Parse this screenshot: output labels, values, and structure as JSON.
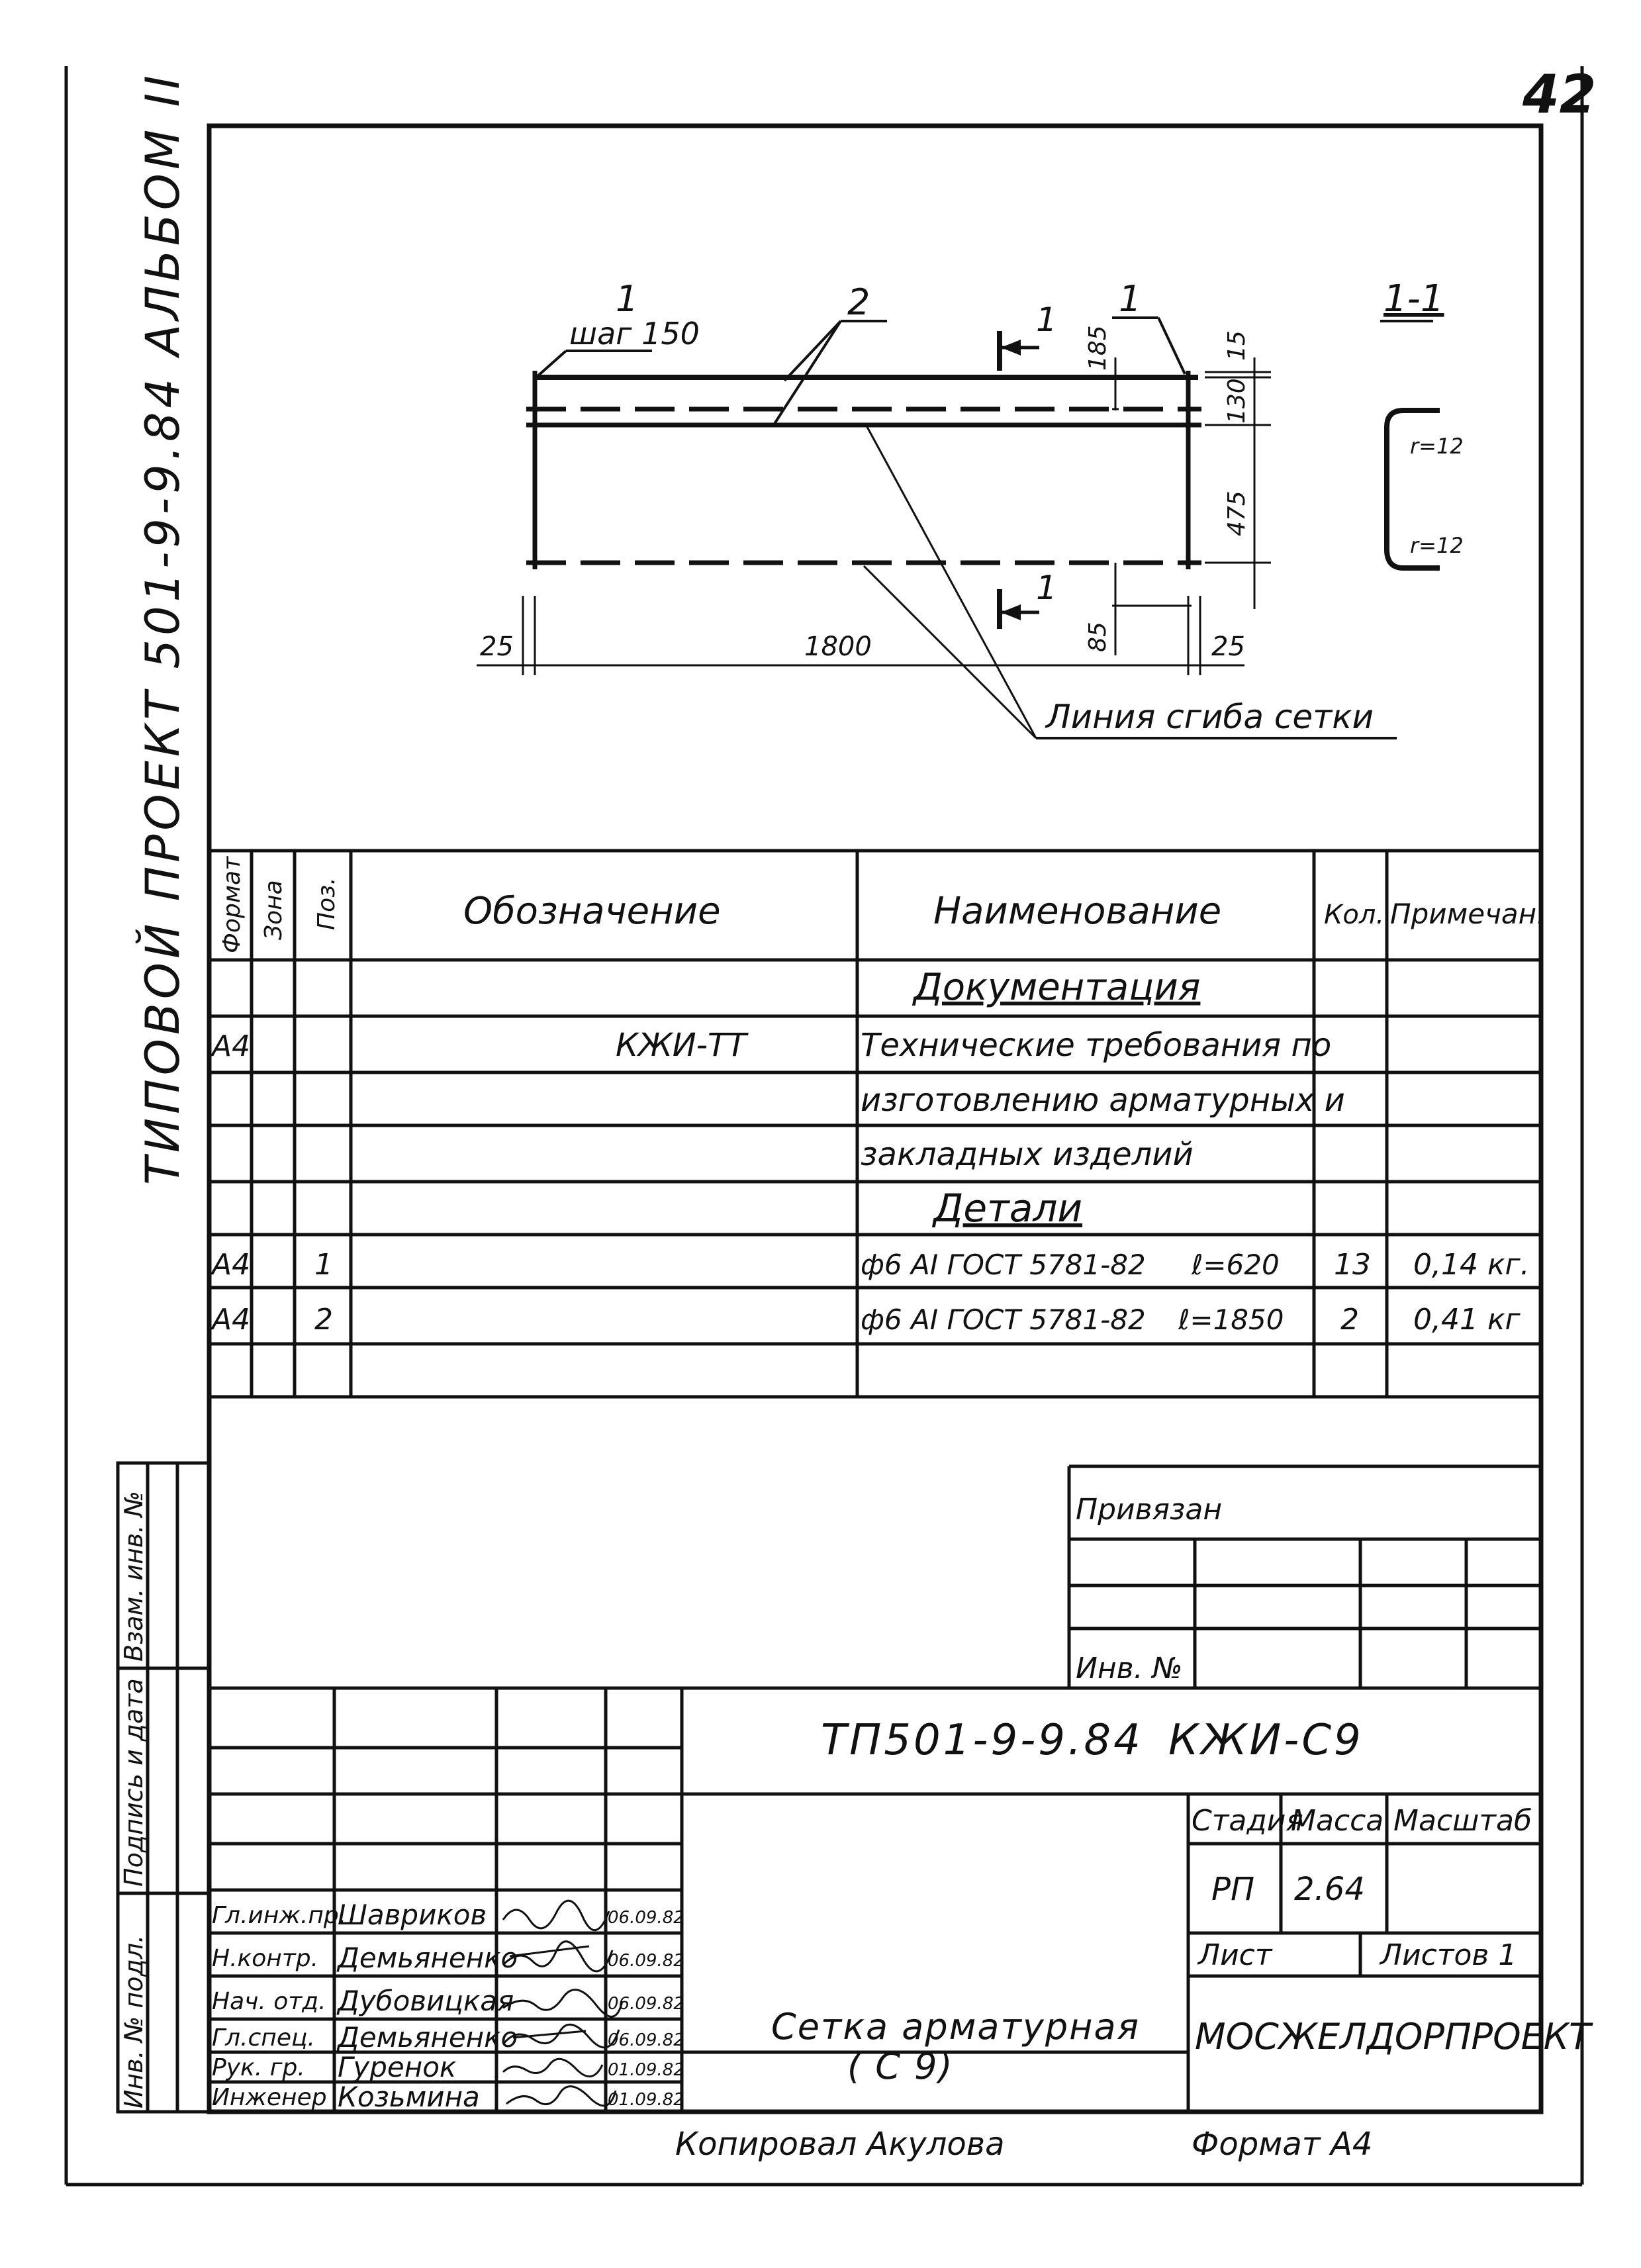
{
  "page": {
    "sheet_number": "42"
  },
  "side_title": "ТИПОВОЙ ПРОЕКТ 501-9-9.84 АЛЬБОМ II",
  "drawing": {
    "section_label": "1-1",
    "step_label": "шаг 150",
    "pos_label_1": "1",
    "pos_label_2": "2",
    "pos_label_1b": "1",
    "cut_top": "1",
    "cut_bottom": "1",
    "dims": {
      "top_offset": "15",
      "first_gap": "185",
      "second_gap": "130",
      "middle": "475",
      "bottom": "85",
      "left_margin": "25",
      "length": "1800",
      "right_margin": "25"
    },
    "bend_radius_top": "r=12",
    "bend_radius_bottom": "r=12",
    "bend_note": "Линия сгиба сетки"
  },
  "spec_table": {
    "headers": {
      "format": "Формат",
      "zone": "Зона",
      "pos": "Поз.",
      "designation": "Обозначение",
      "name": "Наименование",
      "qty": "Кол.",
      "note": "Примечан."
    },
    "section_documentation": "Документация",
    "doc_row": {
      "format": "А4",
      "designation": "КЖИ-ТТ",
      "name_line1": "Технические требования по",
      "name_line2": "изготовлению арматурных и",
      "name_line3": "закладных изделий"
    },
    "section_details": "Детали",
    "rows": [
      {
        "format": "А4",
        "pos": "1",
        "name": "ф6 АI ГОСТ 5781-82",
        "length": "ℓ=620",
        "qty": "13",
        "note": "0,14 кг."
      },
      {
        "format": "А4",
        "pos": "2",
        "name": "ф6 АI ГОСТ 5781-82",
        "length": "ℓ=1850",
        "qty": "2",
        "note": "0,41 кг"
      }
    ]
  },
  "binding": {
    "attached": "Привязан",
    "inv_no": "Инв. №"
  },
  "left_strip": {
    "col1": "Инв. № подл.",
    "col2": "Подпись и дата",
    "col3": "Взам. инв. №"
  },
  "title_block": {
    "doc_code": "ТП501-9-9.84",
    "sheet_code": "КЖИ-С9",
    "stage_label": "Стадия",
    "mass_label": "Масса",
    "scale_label": "Масштаб",
    "stage_value": "РП",
    "mass_value": "2.64",
    "sheet_label": "Лист",
    "sheets_label": "Листов 1",
    "title_line1": "Сетка арматурная",
    "title_line2": "( С 9)",
    "organization": "МОСЖЕЛДОРПРОЕКТ",
    "format_note": "Формат А4",
    "copied_by": "Копировал Акулова",
    "staff": [
      {
        "role": "Гл.инж.пр.",
        "name": "Шавриков",
        "date": "06.09.82"
      },
      {
        "role": "Н.контр.",
        "name": "Демьяненко",
        "date": "06.09.82"
      },
      {
        "role": "Нач. отд.",
        "name": "Дубовицкая",
        "date": "06.09.82"
      },
      {
        "role": "Гл.спец.",
        "name": "Демьяненко",
        "date": "06.09.82"
      },
      {
        "role": "Рук. гр.",
        "name": "Гуренок",
        "date": "01.09.82"
      },
      {
        "role": "Инженер",
        "name": "Козьмина",
        "date": "01.09.82"
      }
    ]
  }
}
